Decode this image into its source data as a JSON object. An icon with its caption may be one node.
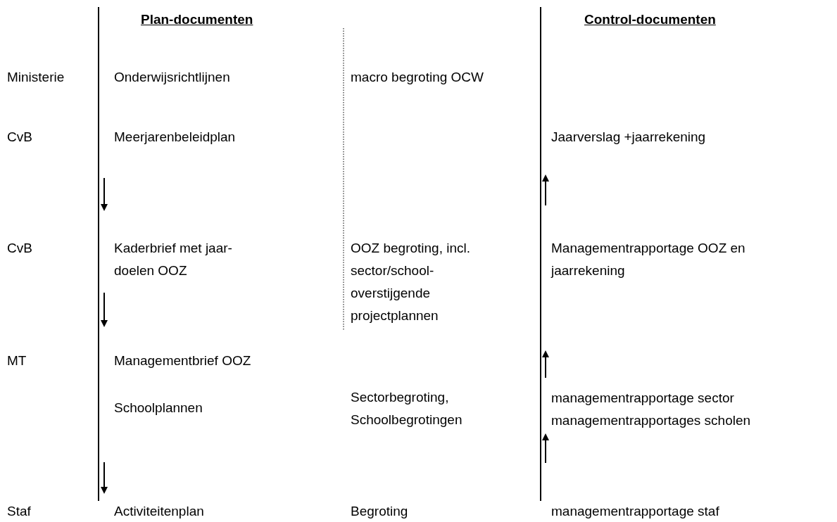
{
  "diagram": {
    "labels": [
      "Plan-documenten",
      "Control-documenten",
      "Ministerie",
      "Onderwijsrichtlijnen",
      "macro begroting OCW",
      "CvB",
      "Meerjarenbeleidplan",
      "Jaarverslag +jaarrekening",
      "CvB",
      "Kaderbrief met jaar- doelen OOZ",
      "OOZ begroting, incl. sector/school- overstijgende projectplannen",
      "Managementrapportage OOZ en jaarrekening",
      "MT",
      "Managementbrief OOZ",
      "Sectorbegroting, Schoolbegrotingen",
      "managementrapportage sector",
      "Schoolplannen",
      "managementrapportages scholen",
      "Staf",
      "Activiteitenplan",
      "Begroting",
      "managementrapportage staf"
    ]
  }
}
